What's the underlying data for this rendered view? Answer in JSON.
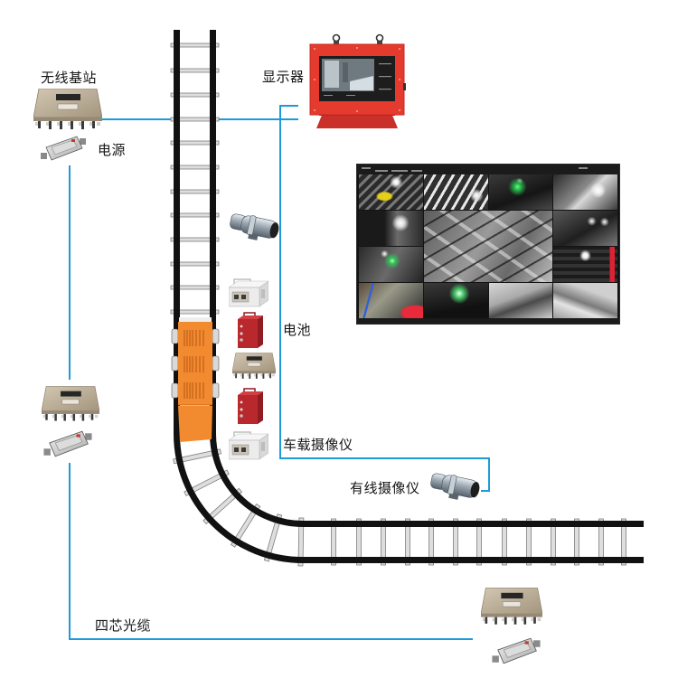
{
  "labels": {
    "wireless_base_station": "无线基站",
    "power_supply": "电源",
    "display": "显示器",
    "battery": "电池",
    "vehicle_camera": "车载摄像仪",
    "wired_camera": "有线摄像仪",
    "fiber_cable": "四芯光缆"
  },
  "colors": {
    "cable": "#1e9ad6",
    "rail": "#111111",
    "train": "#f28a30",
    "display_housing": "#e53a2e",
    "battery": "#b8282c"
  },
  "components": {
    "wireless_base_stations": 4,
    "power_supplies": 3,
    "cameras": 2,
    "junction_boxes": 2,
    "batteries": 2
  },
  "video_wall": {
    "feed_count": 13
  }
}
